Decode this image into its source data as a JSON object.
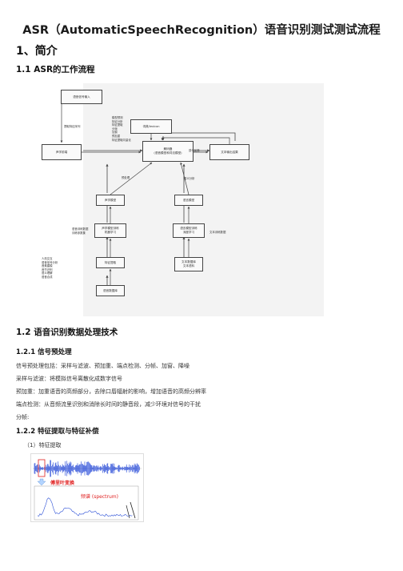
{
  "title": "ASR（AutomaticSpeechRecognition）语音识别测试测试流程",
  "section1": {
    "heading": "1、简介",
    "sub1": "1.1 ASR的工作流程",
    "diagram": {
      "nodes": {
        "voice_input": "语音信号输入",
        "dict": "词典/lexicon",
        "preprocess": "声学前端",
        "decoder": "解码器\n(语音模型和词法模型)",
        "result": "文本输出结果",
        "acoustic": "声学模型",
        "language": "语言模型",
        "acoustic_train": "声学模型训练\n机器学习",
        "language_train": "语言模型训练\n深度学习",
        "feature": "特征提取",
        "speech_db": "语音数据库",
        "text_db": "文本数据库\n文本语料"
      },
      "labels": {
        "signal": "提取特征序列",
        "steps": "模型预测\n特征分析\n特征提取\n分帧\n加窗\n预加重\n特征提取向量化",
        "feedback": "迭代反馈",
        "predict": "预处理",
        "train_db": "语音训练数据\n训练参数集",
        "text_label": "文本训练数据",
        "left_list": "人机交互\n语音信号分析\n音素建模\n音节识别\n语义理解\n语音合成",
        "prob": "语义分析"
      }
    }
  },
  "section2": {
    "heading": "1.2 语音识别数据处理技术",
    "sub": "1.2.1 信号预处理",
    "lines": [
      "信号预处理包括：采样与滤波、预加重、端点检测、分帧、加窗、降噪",
      "采样与滤波：将模拟信号离散化成数字信号",
      "预加重：加重语音的高频部分，去除口唇辐射的影响，增加语音的高频分辨率",
      "端点检测：从音频流里识别和消除长时间的静音段，减少环境对信号的干扰",
      "分帧:"
    ],
    "sub2": "1.2.2 特征提取与特征补偿",
    "item1": "（1）特征提取",
    "image": {
      "label_fft": "傅里叶变换",
      "label_spectrum": "频谱 (spectrum)"
    }
  },
  "colors": {
    "wave": "#1a3fd6",
    "annot": "#e02020",
    "arrow_fill": "#b3d4ff"
  }
}
